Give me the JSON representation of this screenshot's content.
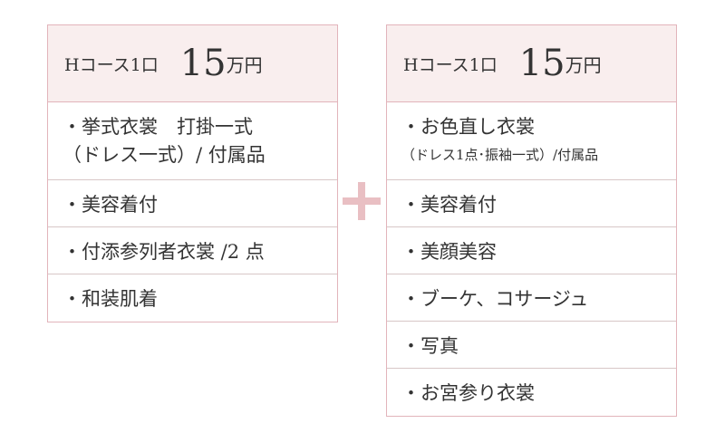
{
  "left": {
    "title": "Hコース1口",
    "price": "15",
    "unit": "万円",
    "item0_line1": "・挙式衣裳　打掛一式",
    "item0_line2": "（ドレス一式）/ 付属品",
    "items": [
      "・美容着付",
      "・付添参列者衣裳 /2 点",
      "・和装肌着"
    ]
  },
  "right": {
    "title": "Hコース1口",
    "price": "15",
    "unit": "万円",
    "item0_line1": "・お色直し衣裳",
    "item0_line2": "（ドレス1点･振袖一式）/付属品",
    "items": [
      "・美容着付",
      "・美顔美容",
      "・ブーケ、コサージュ",
      "・写真",
      "・お宮参り衣裳"
    ]
  },
  "colors": {
    "border": "#e2b4bb",
    "header_bg": "#f9eeee",
    "plus": "#e9bfc3"
  }
}
